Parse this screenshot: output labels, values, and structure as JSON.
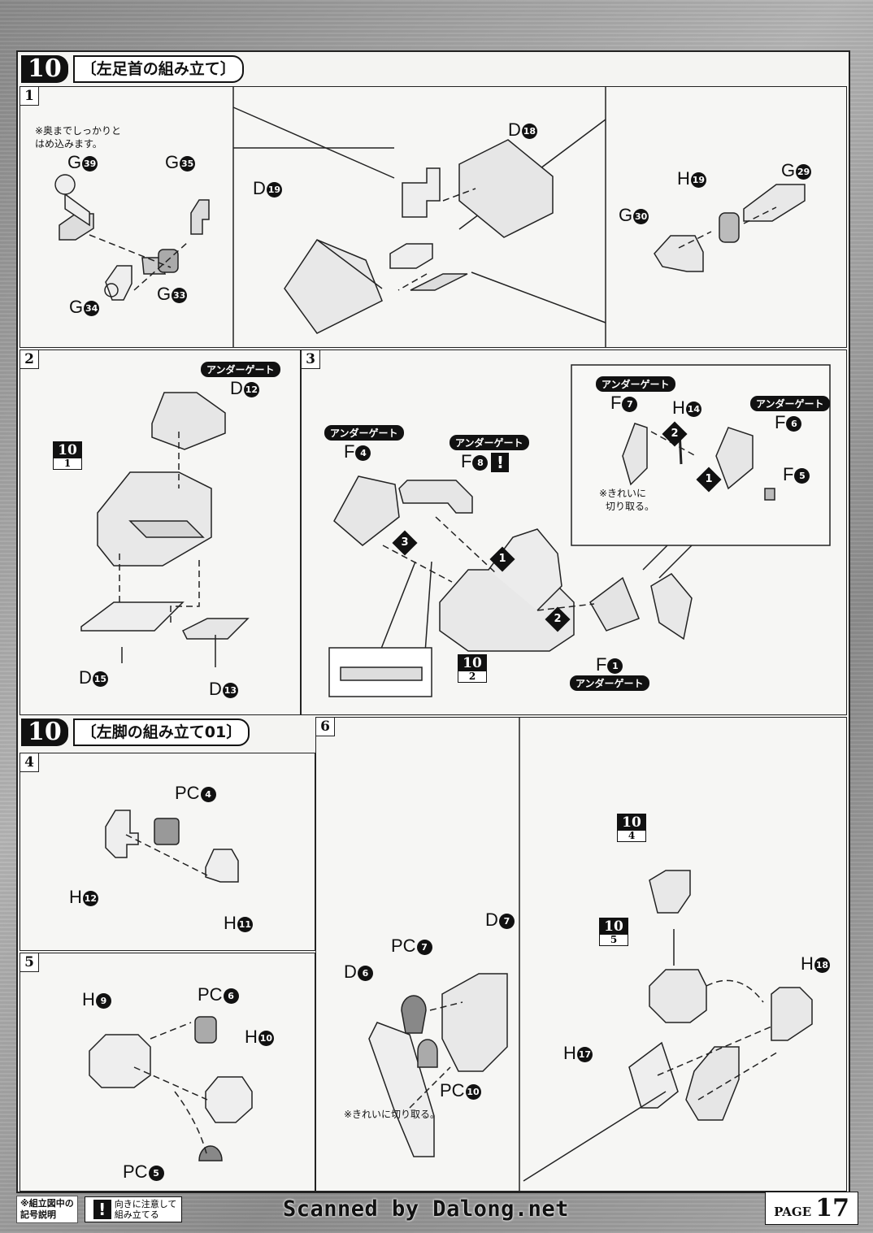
{
  "sections": [
    {
      "num": "10",
      "title": "〔左足首の組み立て〕"
    },
    {
      "num": "10",
      "title": "〔左脚の組み立て01〕"
    }
  ],
  "steps": {
    "s1": "1",
    "s2": "2",
    "s3": "3",
    "s4": "4",
    "s5": "5",
    "s6": "6"
  },
  "step1": {
    "note": [
      "※奥までしっかりと",
      "はめ込みます。"
    ],
    "parts": {
      "g39": {
        "letter": "G",
        "num": "39"
      },
      "g35": {
        "letter": "G",
        "num": "35"
      },
      "g33": {
        "letter": "G",
        "num": "33"
      },
      "g34": {
        "letter": "G",
        "num": "34"
      },
      "d18": {
        "letter": "D",
        "num": "18"
      },
      "d19": {
        "letter": "D",
        "num": "19"
      },
      "h19": {
        "letter": "H",
        "num": "19"
      },
      "g29": {
        "letter": "G",
        "num": "29"
      },
      "g30": {
        "letter": "G",
        "num": "30"
      }
    }
  },
  "step2": {
    "gate": "アンダーゲート",
    "ref": {
      "top": "10",
      "bottom": "1"
    },
    "parts": {
      "d12": {
        "letter": "D",
        "num": "12"
      },
      "d15": {
        "letter": "D",
        "num": "15"
      },
      "d13": {
        "letter": "D",
        "num": "13"
      }
    }
  },
  "step3": {
    "gate": "アンダーゲート",
    "warn": "!",
    "inset_note": [
      "※きれいに",
      "切り取る。"
    ],
    "ref": {
      "top": "10",
      "bottom": "2"
    },
    "seq": [
      "1",
      "2",
      "3",
      "2",
      "1"
    ],
    "parts": {
      "f4": {
        "letter": "F",
        "num": "4"
      },
      "f8": {
        "letter": "F",
        "num": "8"
      },
      "f7": {
        "letter": "F",
        "num": "7"
      },
      "h14": {
        "letter": "H",
        "num": "14"
      },
      "f6": {
        "letter": "F",
        "num": "6"
      },
      "f5": {
        "letter": "F",
        "num": "5"
      },
      "f1": {
        "letter": "F",
        "num": "1"
      }
    }
  },
  "step4": {
    "parts": {
      "pc4": {
        "letter": "PC",
        "num": "4"
      },
      "h12": {
        "letter": "H",
        "num": "12"
      },
      "h11": {
        "letter": "H",
        "num": "11"
      }
    }
  },
  "step5": {
    "parts": {
      "h9": {
        "letter": "H",
        "num": "9"
      },
      "pc6": {
        "letter": "PC",
        "num": "6"
      },
      "h10": {
        "letter": "H",
        "num": "10"
      },
      "pc5": {
        "letter": "PC",
        "num": "5"
      }
    }
  },
  "step6": {
    "note": "※きれいに切り取る。",
    "ref_a": {
      "top": "10",
      "bottom": "4"
    },
    "ref_b": {
      "top": "10",
      "bottom": "5"
    },
    "parts": {
      "d7": {
        "letter": "D",
        "num": "7"
      },
      "pc7": {
        "letter": "PC",
        "num": "7"
      },
      "d6": {
        "letter": "D",
        "num": "6"
      },
      "pc10": {
        "letter": "PC",
        "num": "10"
      },
      "h18": {
        "letter": "H",
        "num": "18"
      },
      "h17": {
        "letter": "H",
        "num": "17"
      }
    }
  },
  "footer": {
    "legend_label": [
      "※組立図中の",
      "記号説明"
    ],
    "legend_icon": "!",
    "legend_text": [
      "向きに注意して",
      "組み立てる"
    ],
    "scan_credit": "Scanned by Dalong.net",
    "page_word": "PAGE",
    "page_num": "17"
  }
}
